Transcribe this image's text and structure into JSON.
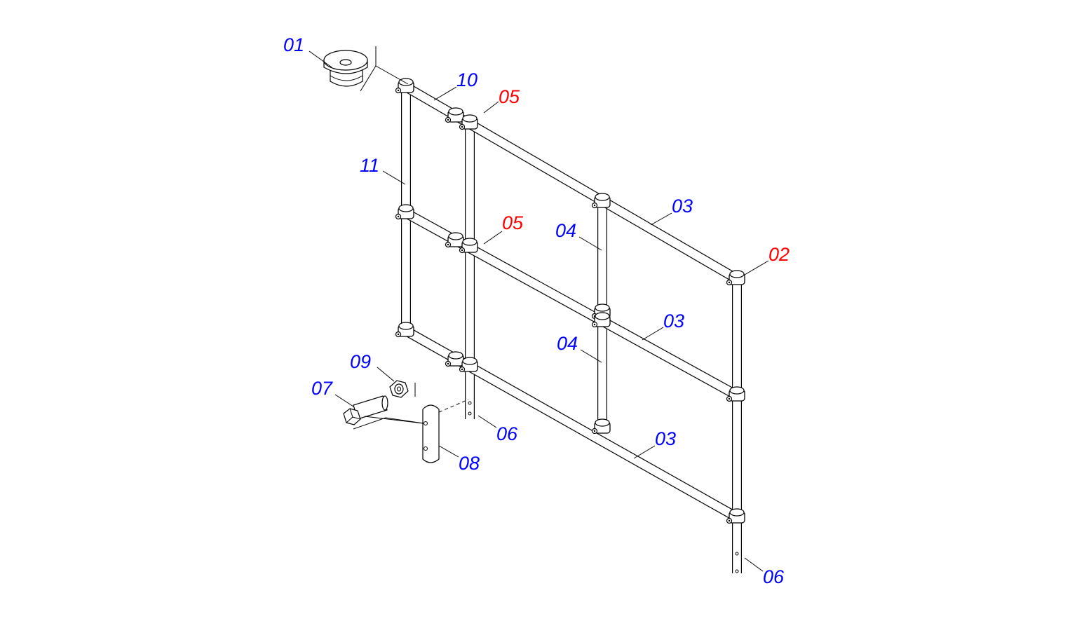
{
  "colors": {
    "standard_label": "#0000ff",
    "highlight_label": "#ff0000",
    "line": "#000000",
    "background": "#ffffff"
  },
  "callouts": [
    {
      "id": "c01",
      "text": "01",
      "color": "standard_label"
    },
    {
      "id": "c10",
      "text": "10",
      "color": "standard_label"
    },
    {
      "id": "c05a",
      "text": "05",
      "color": "highlight_label"
    },
    {
      "id": "c11",
      "text": "11",
      "color": "standard_label"
    },
    {
      "id": "c05b",
      "text": "05",
      "color": "highlight_label"
    },
    {
      "id": "c04a",
      "text": "04",
      "color": "standard_label"
    },
    {
      "id": "c03a",
      "text": "03",
      "color": "standard_label"
    },
    {
      "id": "c02",
      "text": "02",
      "color": "highlight_label"
    },
    {
      "id": "c03b",
      "text": "03",
      "color": "standard_label"
    },
    {
      "id": "c04b",
      "text": "04",
      "color": "standard_label"
    },
    {
      "id": "c09",
      "text": "09",
      "color": "standard_label"
    },
    {
      "id": "c07",
      "text": "07",
      "color": "standard_label"
    },
    {
      "id": "c06a",
      "text": "06",
      "color": "standard_label"
    },
    {
      "id": "c08",
      "text": "08",
      "color": "standard_label"
    },
    {
      "id": "c03c",
      "text": "03",
      "color": "standard_label"
    },
    {
      "id": "c06b",
      "text": "06",
      "color": "standard_label"
    }
  ]
}
